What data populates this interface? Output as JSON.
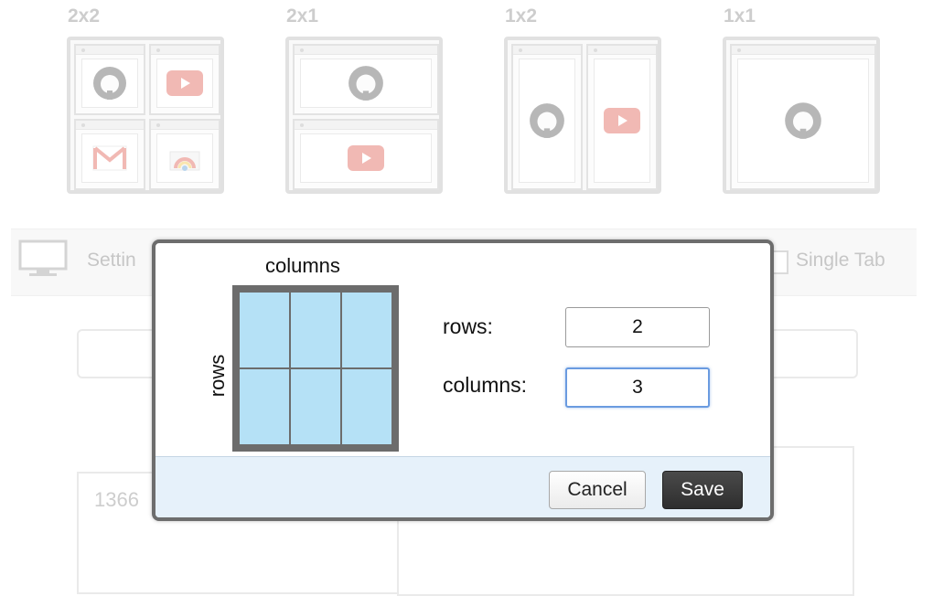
{
  "background": {
    "layouts": [
      {
        "label": "2x2"
      },
      {
        "label": "2x1"
      },
      {
        "label": "1x2"
      },
      {
        "label": "1x1"
      }
    ],
    "toolbar": {
      "settings_label": "Settin",
      "single_tab_label": "Single Tab"
    },
    "resolution_text": "1366"
  },
  "dialog": {
    "columns_axis_label": "columns",
    "rows_axis_label": "rows",
    "preview": {
      "rows": 2,
      "columns": 3
    },
    "fields": {
      "rows_label": "rows:",
      "rows_value": "2",
      "columns_label": "columns:",
      "columns_value": "3"
    },
    "buttons": {
      "cancel": "Cancel",
      "save": "Save"
    }
  },
  "colors": {
    "cell": "#b5e1f6",
    "focus": "#6a9be0",
    "footer": "#e6f1fa",
    "youtube": "#e05a4e",
    "github": "#555555"
  }
}
